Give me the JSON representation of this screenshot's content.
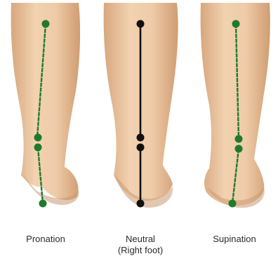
{
  "panels": [
    {
      "label": "Pronation",
      "sublabel": "",
      "line_color": "#1f7a2e",
      "alignment": "pronated"
    },
    {
      "label": "Neutral",
      "sublabel": "(Right foot)",
      "line_color": "#111111",
      "alignment": "neutral"
    },
    {
      "label": "Supination",
      "sublabel": "",
      "line_color": "#1f7a2e",
      "alignment": "supinated"
    }
  ],
  "colors": {
    "skin": "#e9c49f",
    "skin_shadow": "#c99a72",
    "skin_highlight": "#f6dcc0"
  }
}
